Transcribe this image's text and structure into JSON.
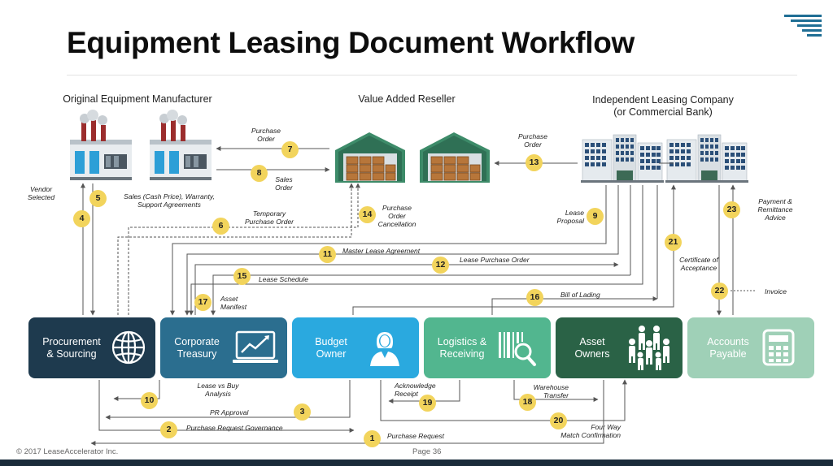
{
  "title": "Equipment Leasing Document Workflow",
  "headers": {
    "oem": "Original Equipment Manufacturer",
    "var": "Value Added Reseller",
    "ilc_line1": "Independent Leasing Company",
    "ilc_line2": "(or Commercial Bank)"
  },
  "boxes": {
    "procurement": {
      "line1": "Procurement",
      "line2": "& Sourcing",
      "color": "#1e3a4e"
    },
    "treasury": {
      "line1": "Corporate",
      "line2": "Treasury",
      "color": "#2b6e8f"
    },
    "budget": {
      "line1": "Budget",
      "line2": "Owner",
      "color": "#2aa9df"
    },
    "logistics": {
      "line1": "Logistics &",
      "line2": "Receiving",
      "color": "#52b68f"
    },
    "assets": {
      "line1": "Asset",
      "line2": "Owners",
      "color": "#2a6246"
    },
    "payable": {
      "line1": "Accounts",
      "line2": "Payable",
      "color": "#9fd0b7"
    }
  },
  "steps": {
    "s1": "1",
    "s2": "2",
    "s3": "3",
    "s4": "4",
    "s5": "5",
    "s6": "6",
    "s7": "7",
    "s8": "8",
    "s9": "9",
    "s10": "10",
    "s11": "11",
    "s12": "12",
    "s13": "13",
    "s14": "14",
    "s15": "15",
    "s16": "16",
    "s17": "17",
    "s18": "18",
    "s19": "19",
    "s20": "20",
    "s21": "21",
    "s22": "22",
    "s23": "23"
  },
  "labels": {
    "vendor_l1": "Vendor",
    "vendor_l2": "Selected",
    "sales_terms_l1": "Sales (Cash Price), Warranty,",
    "sales_terms_l2": "Support Agreements",
    "po_l1": "Purchase",
    "po_l2": "Order",
    "so_l1": "Sales",
    "so_l2": "Order",
    "po13_l1": "Purchase",
    "po13_l2": "Order",
    "temp_po_l1": "Temporary",
    "temp_po_l2": "Purchase Order",
    "po_cancel_l1": "Purchase",
    "po_cancel_l2": "Order",
    "po_cancel_l3": "Cancellation",
    "lease_prop_l1": "Lease",
    "lease_prop_l2": "Proposal",
    "mla": "Master Lease Agreement",
    "lpo": "Lease Purchase Order",
    "lease_sched": "Lease Schedule",
    "bol": "Bill of Lading",
    "asset_man_l1": "Asset",
    "asset_man_l2": "Manifest",
    "coa_l1": "Certificate of",
    "coa_l2": "Acceptance",
    "invoice": "Invoice",
    "payment_l1": "Payment &",
    "payment_l2": "Remittance",
    "payment_l3": "Advice",
    "lease_buy_l1": "Lease vs Buy",
    "lease_buy_l2": "Analysis",
    "pr_approval": "PR  Approval",
    "pr_gov": "Purchase Request Governance",
    "pr": "Purchase Request",
    "ack_l1": "Acknowledge",
    "ack_l2": "Receipt",
    "wh_l1": "Warehouse",
    "wh_l2": "Transfer",
    "fw_l1": "Four Way",
    "fw_l2": "Match Confirmation"
  },
  "footer": {
    "copyright": "© 2017 LeaseAccelerator Inc.",
    "page": "Page 36"
  },
  "icons": {
    "factory": "factory-icon",
    "warehouse": "warehouse-icon",
    "building": "office-building-icon",
    "globe": "globe-icon",
    "chart": "chart-monitor-icon",
    "person": "person-icon",
    "barcode": "barcode-search-icon",
    "people": "people-group-icon",
    "calculator": "calculator-icon"
  }
}
